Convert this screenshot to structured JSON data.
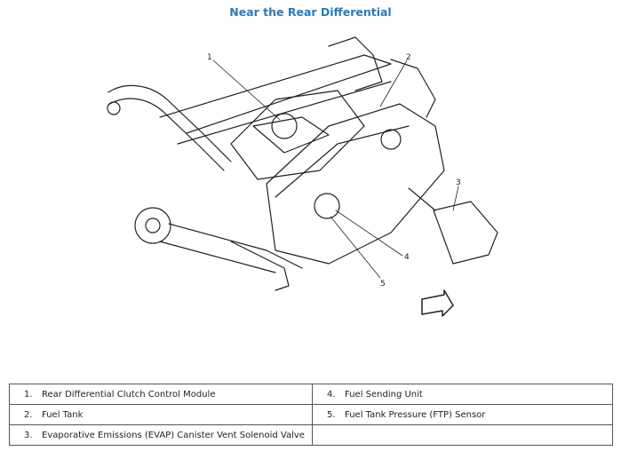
{
  "title": "Near the Rear Differential",
  "callouts": [
    "1",
    "2",
    "3",
    "4",
    "5"
  ],
  "legend": [
    {
      "num": "1.",
      "text": "Rear Differential Clutch Control Module"
    },
    {
      "num": "2.",
      "text": "Fuel Tank"
    },
    {
      "num": "3.",
      "text": "Evaporative Emissions (EVAP) Canister Vent Solenoid Valve"
    },
    {
      "num": "4.",
      "text": "Fuel Sending Unit"
    },
    {
      "num": "5.",
      "text": "Fuel Tank Pressure (FTP) Sensor"
    }
  ],
  "colors": {
    "title": "#2a7ab8",
    "line": "#222222"
  }
}
